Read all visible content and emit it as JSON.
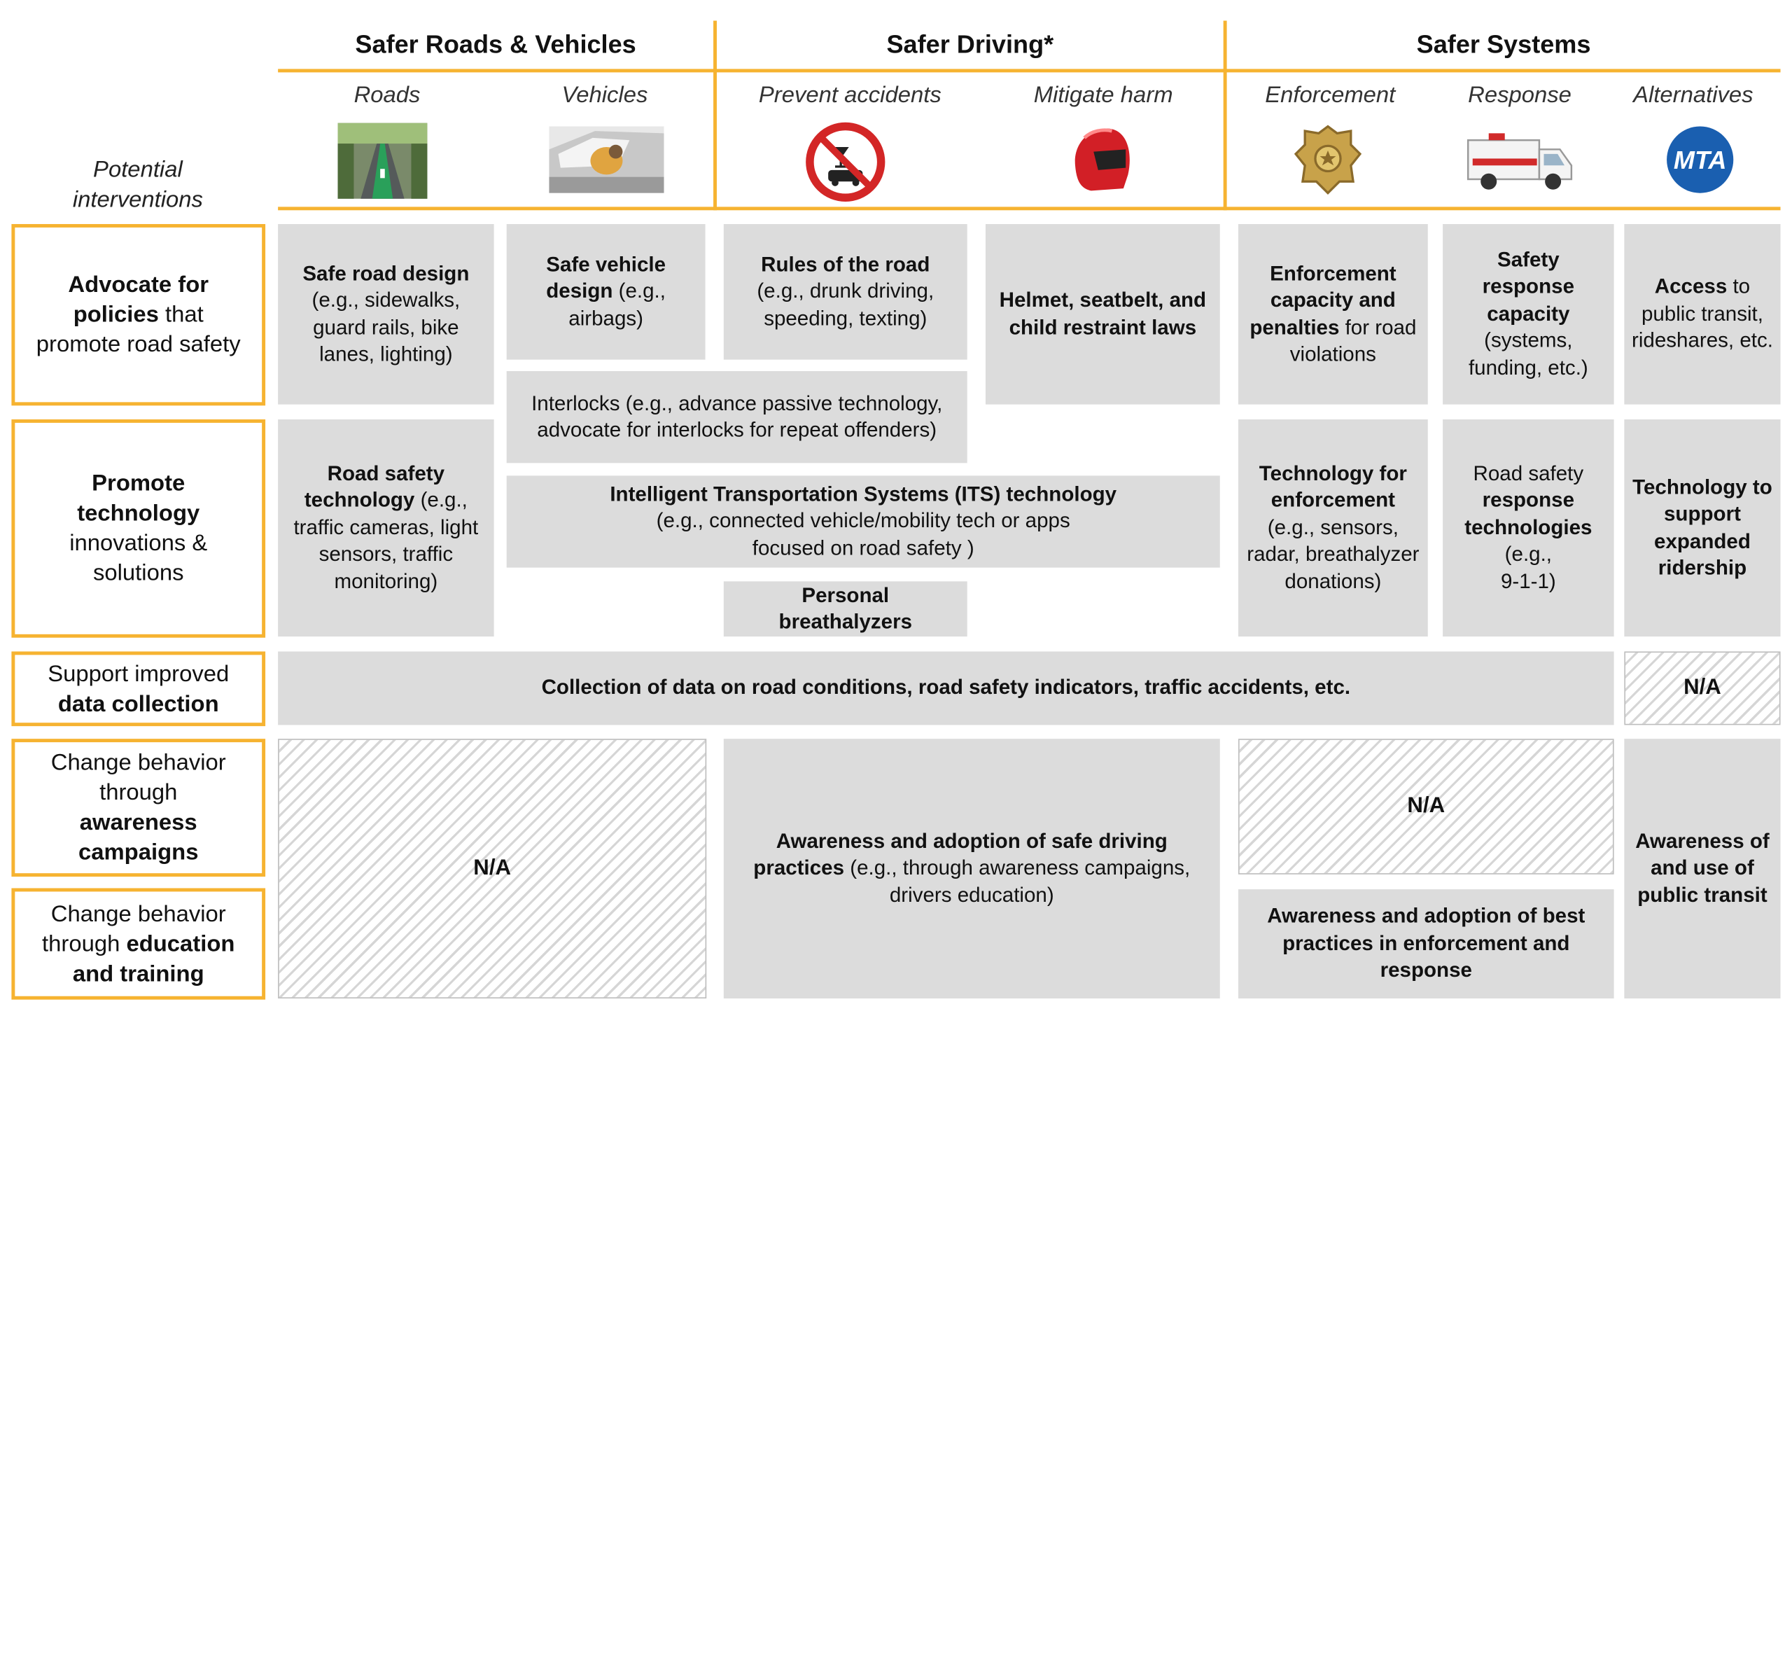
{
  "groups": {
    "roads_vehicles": "Safer Roads & Vehicles",
    "driving": "Safer Driving*",
    "systems": "Safer Systems"
  },
  "subcategories": {
    "roads": "Roads",
    "vehicles": "Vehicles",
    "prevent": "Prevent accidents",
    "mitigate": "Mitigate harm",
    "enforcement": "Enforcement",
    "response": "Response",
    "alternatives": "Alternatives"
  },
  "corner": {
    "line1": "Potential",
    "line2": "interventions"
  },
  "icons": {
    "roads": "bike-lane-road-photo",
    "vehicles": "car-airbag-photo",
    "prevent": "no-drunk-driving-icon",
    "mitigate": "helmet-icon",
    "enforcement": "police-badge-icon",
    "response": "ambulance-icon",
    "alternatives": "mta-logo",
    "mta_text": "MTA"
  },
  "rows": {
    "advocate": {
      "b1": "Advocate for",
      "b2": "policies",
      "t2": " that",
      "t3": "promote road safety"
    },
    "technology": {
      "b1": "Promote",
      "b2": "technology",
      "t3": "innovations &",
      "t4": "solutions"
    },
    "data": {
      "t1": "Support improved",
      "b2": "data collection"
    },
    "awareness": {
      "t1": "Change behavior",
      "t2": "through",
      "b3": "awareness",
      "b4": "campaigns"
    },
    "education": {
      "t1": "Change behavior",
      "t2": "through ",
      "b2": "education",
      "b3": "and training"
    }
  },
  "cells": {
    "safe_road_design": {
      "b": "Safe road design",
      "t": "(e.g., sidewalks, guard rails, bike lanes, lighting)"
    },
    "safe_vehicle_design": {
      "b1": "Safe vehicle",
      "b2": "design",
      "t": " (e.g., airbags)"
    },
    "rules_of_road": {
      "b": "Rules of the road",
      "t": "(e.g., drunk driving, speeding, texting)"
    },
    "helmet_laws": {
      "b": "Helmet, seatbelt, and child restraint laws"
    },
    "enforcement_capacity": {
      "b": "Enforcement capacity and penalties",
      "t": " for road violations"
    },
    "safety_response": {
      "b": "Safety response capacity",
      "t": "(systems, funding, etc.)"
    },
    "access": {
      "b": "Access",
      "t": " to public transit, rideshares, etc."
    },
    "interlocks": {
      "b": "Interlocks",
      "t": " (e.g., advance passive technology, advocate for interlocks for repeat offenders)"
    },
    "road_safety_tech": {
      "b": "Road safety technology",
      "t": " (e.g., traffic cameras, light sensors, traffic monitoring)"
    },
    "its": {
      "b": "Intelligent Transportation Systems (ITS) technology",
      "t1": "(e.g., connected vehicle/mobility tech or apps",
      "t2": "focused on road safety )"
    },
    "personal_breathalyzers": {
      "b": "Personal breathalyzers"
    },
    "tech_enforcement": {
      "b": "Technology for enforcement",
      "t": "(e.g., sensors, radar, breathalyzer donations)"
    },
    "road_safety_response": {
      "t1": "Road safety",
      "b": "response technologies",
      "t2": "(e.g.,",
      "t3": "9-1-1)"
    },
    "tech_ridership": {
      "b": "Technology to support expanded ridership"
    },
    "data_collection": {
      "b": "Collection of data on road conditions, road safety indicators, traffic accidents, etc."
    },
    "na_data": "N/A",
    "na_roads": "N/A",
    "awareness_safe_driving": {
      "b": "Awareness and adoption of safe driving practices",
      "t": " (e.g., through awareness campaigns, drivers education)"
    },
    "na_enforcement": "N/A",
    "best_practices": {
      "b": "Awareness and adoption of best practices in enforcement and response"
    },
    "public_transit": {
      "b": "Awareness of and use of public transit"
    }
  },
  "colors": {
    "accent": "#f6b331",
    "cell": "#dcdcdc"
  }
}
